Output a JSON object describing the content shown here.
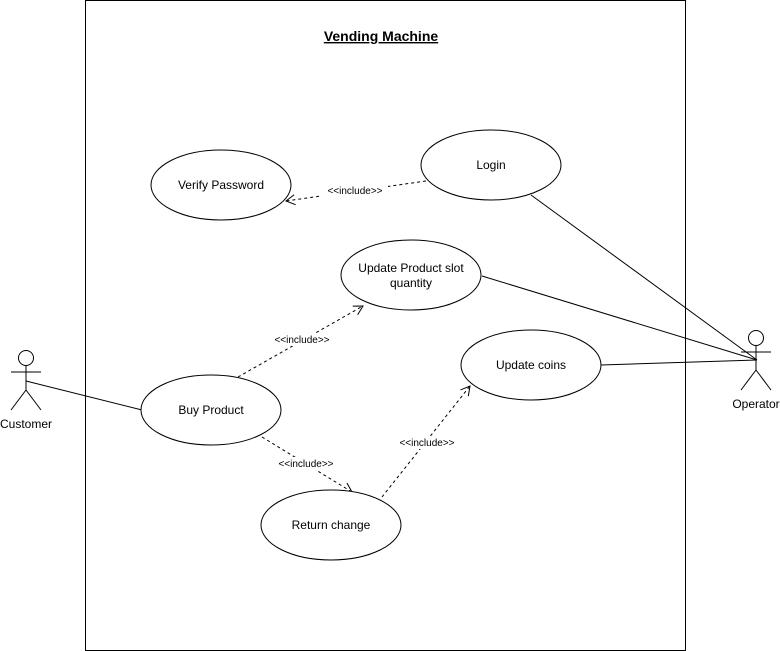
{
  "diagram": {
    "system_title": "Vending Machine",
    "actors": {
      "customer": "Customer",
      "operator": "Operator"
    },
    "use_cases": {
      "verify_password": "Verify Password",
      "login": "Login",
      "update_product_line1": "Update Product slot",
      "update_product_line2": "quantity",
      "update_coins": "Update coins",
      "buy_product": "Buy Product",
      "return_change": "Return change"
    },
    "relations": {
      "login_verify": "<<include>>",
      "buy_update_product": "<<include>>",
      "buy_return_change": "<<include>>",
      "return_update_coins": "<<include>>"
    }
  }
}
